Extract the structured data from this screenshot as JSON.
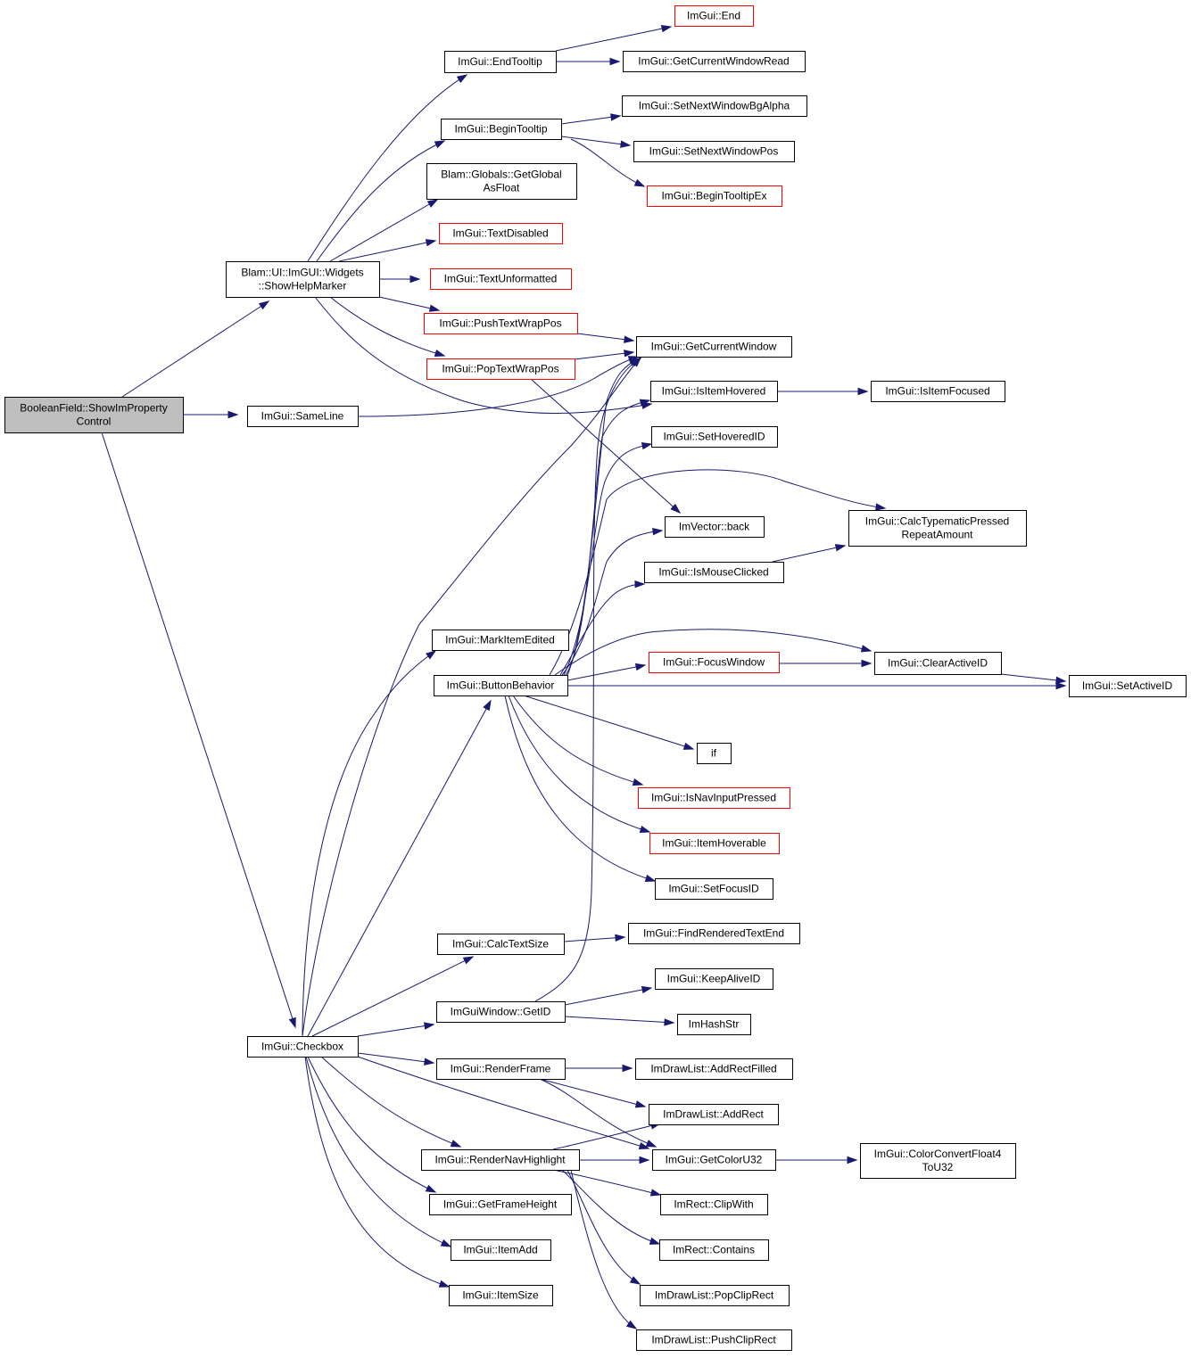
{
  "colors": {
    "edge": "#191970",
    "node_border": "#000000",
    "truncated_border": "#ff0000",
    "root_fill": "#bfbfbf",
    "node_fill": "#ffffff"
  },
  "nodes": [
    {
      "id": "root",
      "lines": [
        "BooleanField::ShowImProperty",
        "Control"
      ],
      "style": "root"
    },
    {
      "id": "showhelp",
      "lines": [
        "Blam::UI::ImGUI::Widgets",
        "::ShowHelpMarker"
      ],
      "style": "normal"
    },
    {
      "id": "sameline",
      "lines": [
        "ImGui::SameLine"
      ],
      "style": "normal"
    },
    {
      "id": "checkbox",
      "lines": [
        "ImGui::Checkbox"
      ],
      "style": "normal"
    },
    {
      "id": "endtooltip",
      "lines": [
        "ImGui::EndTooltip"
      ],
      "style": "normal"
    },
    {
      "id": "begintooltip",
      "lines": [
        "ImGui::BeginTooltip"
      ],
      "style": "normal"
    },
    {
      "id": "getglobal",
      "lines": [
        "Blam::Globals::GetGlobal",
        "AsFloat"
      ],
      "style": "normal"
    },
    {
      "id": "textdisabled",
      "lines": [
        "ImGui::TextDisabled"
      ],
      "style": "truncated"
    },
    {
      "id": "textunformatted",
      "lines": [
        "ImGui::TextUnformatted"
      ],
      "style": "truncated"
    },
    {
      "id": "pushtextwrap",
      "lines": [
        "ImGui::PushTextWrapPos"
      ],
      "style": "truncated"
    },
    {
      "id": "poptextwrap",
      "lines": [
        "ImGui::PopTextWrapPos"
      ],
      "style": "truncated"
    },
    {
      "id": "markitemedited",
      "lines": [
        "ImGui::MarkItemEdited"
      ],
      "style": "normal"
    },
    {
      "id": "buttonbehavior",
      "lines": [
        "ImGui::ButtonBehavior"
      ],
      "style": "normal"
    },
    {
      "id": "calctextsize",
      "lines": [
        "ImGui::CalcTextSize"
      ],
      "style": "normal"
    },
    {
      "id": "getid",
      "lines": [
        "ImGuiWindow::GetID"
      ],
      "style": "normal"
    },
    {
      "id": "renderframe",
      "lines": [
        "ImGui::RenderFrame"
      ],
      "style": "normal"
    },
    {
      "id": "rendernav",
      "lines": [
        "ImGui::RenderNavHighlight"
      ],
      "style": "normal"
    },
    {
      "id": "getframeheight",
      "lines": [
        "ImGui::GetFrameHeight"
      ],
      "style": "normal"
    },
    {
      "id": "itemadd",
      "lines": [
        "ImGui::ItemAdd"
      ],
      "style": "normal"
    },
    {
      "id": "itemsize",
      "lines": [
        "ImGui::ItemSize"
      ],
      "style": "normal"
    },
    {
      "id": "end",
      "lines": [
        "ImGui::End"
      ],
      "style": "truncated"
    },
    {
      "id": "getcurwinread",
      "lines": [
        "ImGui::GetCurrentWindowRead"
      ],
      "style": "normal"
    },
    {
      "id": "setnextbgalpha",
      "lines": [
        "ImGui::SetNextWindowBgAlpha"
      ],
      "style": "normal"
    },
    {
      "id": "setnextpos",
      "lines": [
        "ImGui::SetNextWindowPos"
      ],
      "style": "normal"
    },
    {
      "id": "begintooltipex",
      "lines": [
        "ImGui::BeginTooltipEx"
      ],
      "style": "truncated"
    },
    {
      "id": "getcurwin",
      "lines": [
        "ImGui::GetCurrentWindow"
      ],
      "style": "normal"
    },
    {
      "id": "isitemhovered",
      "lines": [
        "ImGui::IsItemHovered"
      ],
      "style": "normal"
    },
    {
      "id": "sethoveredid",
      "lines": [
        "ImGui::SetHoveredID"
      ],
      "style": "normal"
    },
    {
      "id": "back",
      "lines": [
        "ImVector::back"
      ],
      "style": "normal"
    },
    {
      "id": "ismouseclicked",
      "lines": [
        "ImGui::IsMouseClicked"
      ],
      "style": "normal"
    },
    {
      "id": "focuswindow",
      "lines": [
        "ImGui::FocusWindow"
      ],
      "style": "truncated"
    },
    {
      "id": "if",
      "lines": [
        "if"
      ],
      "style": "normal"
    },
    {
      "id": "isnavinput",
      "lines": [
        "ImGui::IsNavInputPressed"
      ],
      "style": "truncated"
    },
    {
      "id": "itemhoverable",
      "lines": [
        "ImGui::ItemHoverable"
      ],
      "style": "truncated"
    },
    {
      "id": "setfocusid",
      "lines": [
        "ImGui::SetFocusID"
      ],
      "style": "normal"
    },
    {
      "id": "findrendered",
      "lines": [
        "ImGui::FindRenderedTextEnd"
      ],
      "style": "normal"
    },
    {
      "id": "keepalive",
      "lines": [
        "ImGui::KeepAliveID"
      ],
      "style": "normal"
    },
    {
      "id": "imhashstr",
      "lines": [
        "ImHashStr"
      ],
      "style": "normal"
    },
    {
      "id": "addrectfilled",
      "lines": [
        "ImDrawList::AddRectFilled"
      ],
      "style": "normal"
    },
    {
      "id": "addrect",
      "lines": [
        "ImDrawList::AddRect"
      ],
      "style": "normal"
    },
    {
      "id": "getcoloru32",
      "lines": [
        "ImGui::GetColorU32"
      ],
      "style": "normal"
    },
    {
      "id": "clipwith",
      "lines": [
        "ImRect::ClipWith"
      ],
      "style": "normal"
    },
    {
      "id": "contains",
      "lines": [
        "ImRect::Contains"
      ],
      "style": "normal"
    },
    {
      "id": "popcliprect",
      "lines": [
        "ImDrawList::PopClipRect"
      ],
      "style": "normal"
    },
    {
      "id": "pushcliprect",
      "lines": [
        "ImDrawList::PushClipRect"
      ],
      "style": "normal"
    },
    {
      "id": "isitemfocused",
      "lines": [
        "ImGui::IsItemFocused"
      ],
      "style": "normal"
    },
    {
      "id": "calctypematic",
      "lines": [
        "ImGui::CalcTypematicPressed",
        "RepeatAmount"
      ],
      "style": "normal"
    },
    {
      "id": "clearactiveid",
      "lines": [
        "ImGui::ClearActiveID"
      ],
      "style": "normal"
    },
    {
      "id": "setactiveid",
      "lines": [
        "ImGui::SetActiveID"
      ],
      "style": "normal"
    },
    {
      "id": "colorconvert",
      "lines": [
        "ImGui::ColorConvertFloat4",
        "ToU32"
      ],
      "style": "normal"
    }
  ],
  "edges": [
    [
      "root",
      "showhelp"
    ],
    [
      "root",
      "sameline"
    ],
    [
      "root",
      "checkbox"
    ],
    [
      "showhelp",
      "endtooltip"
    ],
    [
      "showhelp",
      "begintooltip"
    ],
    [
      "showhelp",
      "getglobal"
    ],
    [
      "showhelp",
      "textdisabled"
    ],
    [
      "showhelp",
      "textunformatted"
    ],
    [
      "showhelp",
      "pushtextwrap"
    ],
    [
      "showhelp",
      "poptextwrap"
    ],
    [
      "showhelp",
      "isitemhovered"
    ],
    [
      "sameline",
      "getcurwin"
    ],
    [
      "endtooltip",
      "end"
    ],
    [
      "endtooltip",
      "getcurwinread"
    ],
    [
      "begintooltip",
      "setnextbgalpha"
    ],
    [
      "begintooltip",
      "setnextpos"
    ],
    [
      "begintooltip",
      "begintooltipex"
    ],
    [
      "pushtextwrap",
      "getcurwin"
    ],
    [
      "poptextwrap",
      "getcurwin"
    ],
    [
      "poptextwrap",
      "back"
    ],
    [
      "isitemhovered",
      "isitemfocused"
    ],
    [
      "checkbox",
      "getcurwin"
    ],
    [
      "checkbox",
      "markitemedited"
    ],
    [
      "checkbox",
      "buttonbehavior"
    ],
    [
      "checkbox",
      "calctextsize"
    ],
    [
      "checkbox",
      "getid"
    ],
    [
      "checkbox",
      "renderframe"
    ],
    [
      "checkbox",
      "rendernav"
    ],
    [
      "checkbox",
      "getframeheight"
    ],
    [
      "checkbox",
      "itemadd"
    ],
    [
      "checkbox",
      "itemsize"
    ],
    [
      "checkbox",
      "getcoloru32"
    ],
    [
      "buttonbehavior",
      "getcurwin"
    ],
    [
      "buttonbehavior",
      "isitemhovered"
    ],
    [
      "buttonbehavior",
      "sethoveredid"
    ],
    [
      "buttonbehavior",
      "back"
    ],
    [
      "buttonbehavior",
      "calctypematic"
    ],
    [
      "buttonbehavior",
      "ismouseclicked"
    ],
    [
      "buttonbehavior",
      "focuswindow"
    ],
    [
      "buttonbehavior",
      "clearactiveid"
    ],
    [
      "buttonbehavior",
      "setactiveid"
    ],
    [
      "buttonbehavior",
      "if"
    ],
    [
      "buttonbehavior",
      "isnavinput"
    ],
    [
      "buttonbehavior",
      "itemhoverable"
    ],
    [
      "buttonbehavior",
      "setfocusid"
    ],
    [
      "ismouseclicked",
      "calctypematic"
    ],
    [
      "focuswindow",
      "clearactiveid"
    ],
    [
      "clearactiveid",
      "setactiveid"
    ],
    [
      "calctextsize",
      "findrendered"
    ],
    [
      "getid",
      "keepalive"
    ],
    [
      "getid",
      "imhashstr"
    ],
    [
      "getid",
      "getcurwin"
    ],
    [
      "renderframe",
      "addrectfilled"
    ],
    [
      "renderframe",
      "addrect"
    ],
    [
      "renderframe",
      "getcoloru32"
    ],
    [
      "rendernav",
      "addrect"
    ],
    [
      "rendernav",
      "getcoloru32"
    ],
    [
      "rendernav",
      "clipwith"
    ],
    [
      "rendernav",
      "contains"
    ],
    [
      "rendernav",
      "popcliprect"
    ],
    [
      "rendernav",
      "pushcliprect"
    ],
    [
      "getcoloru32",
      "colorconvert"
    ]
  ]
}
